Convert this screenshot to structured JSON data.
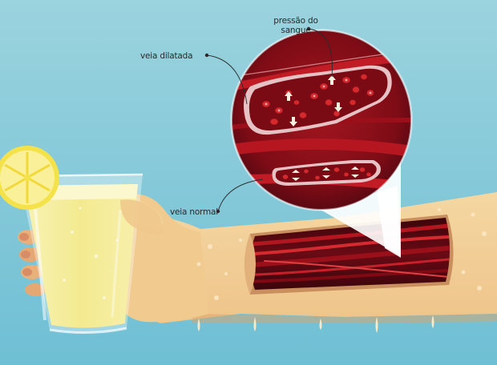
{
  "labels": {
    "dilated_vein": "veia dilatada",
    "normal_vein": "veia normal",
    "blood_pressure_line1": "pressão do",
    "blood_pressure_line2": "sangue"
  },
  "colors": {
    "sky_top": "#93cfdc",
    "sky_bottom": "#6fbfd3",
    "skin": "#f1cf97",
    "skin_shadow": "#d9a46a",
    "vein_dark": "#5a0a12",
    "vein_red": "#c9202a",
    "cell_red": "#d42a2e",
    "lemonade": "#f6ee9a",
    "lemon": "#f2e14a",
    "label_text": "#2a2a2a"
  },
  "icons": [
    "arrow-up-down-icon",
    "lemon-slice-icon",
    "glass-icon"
  ]
}
